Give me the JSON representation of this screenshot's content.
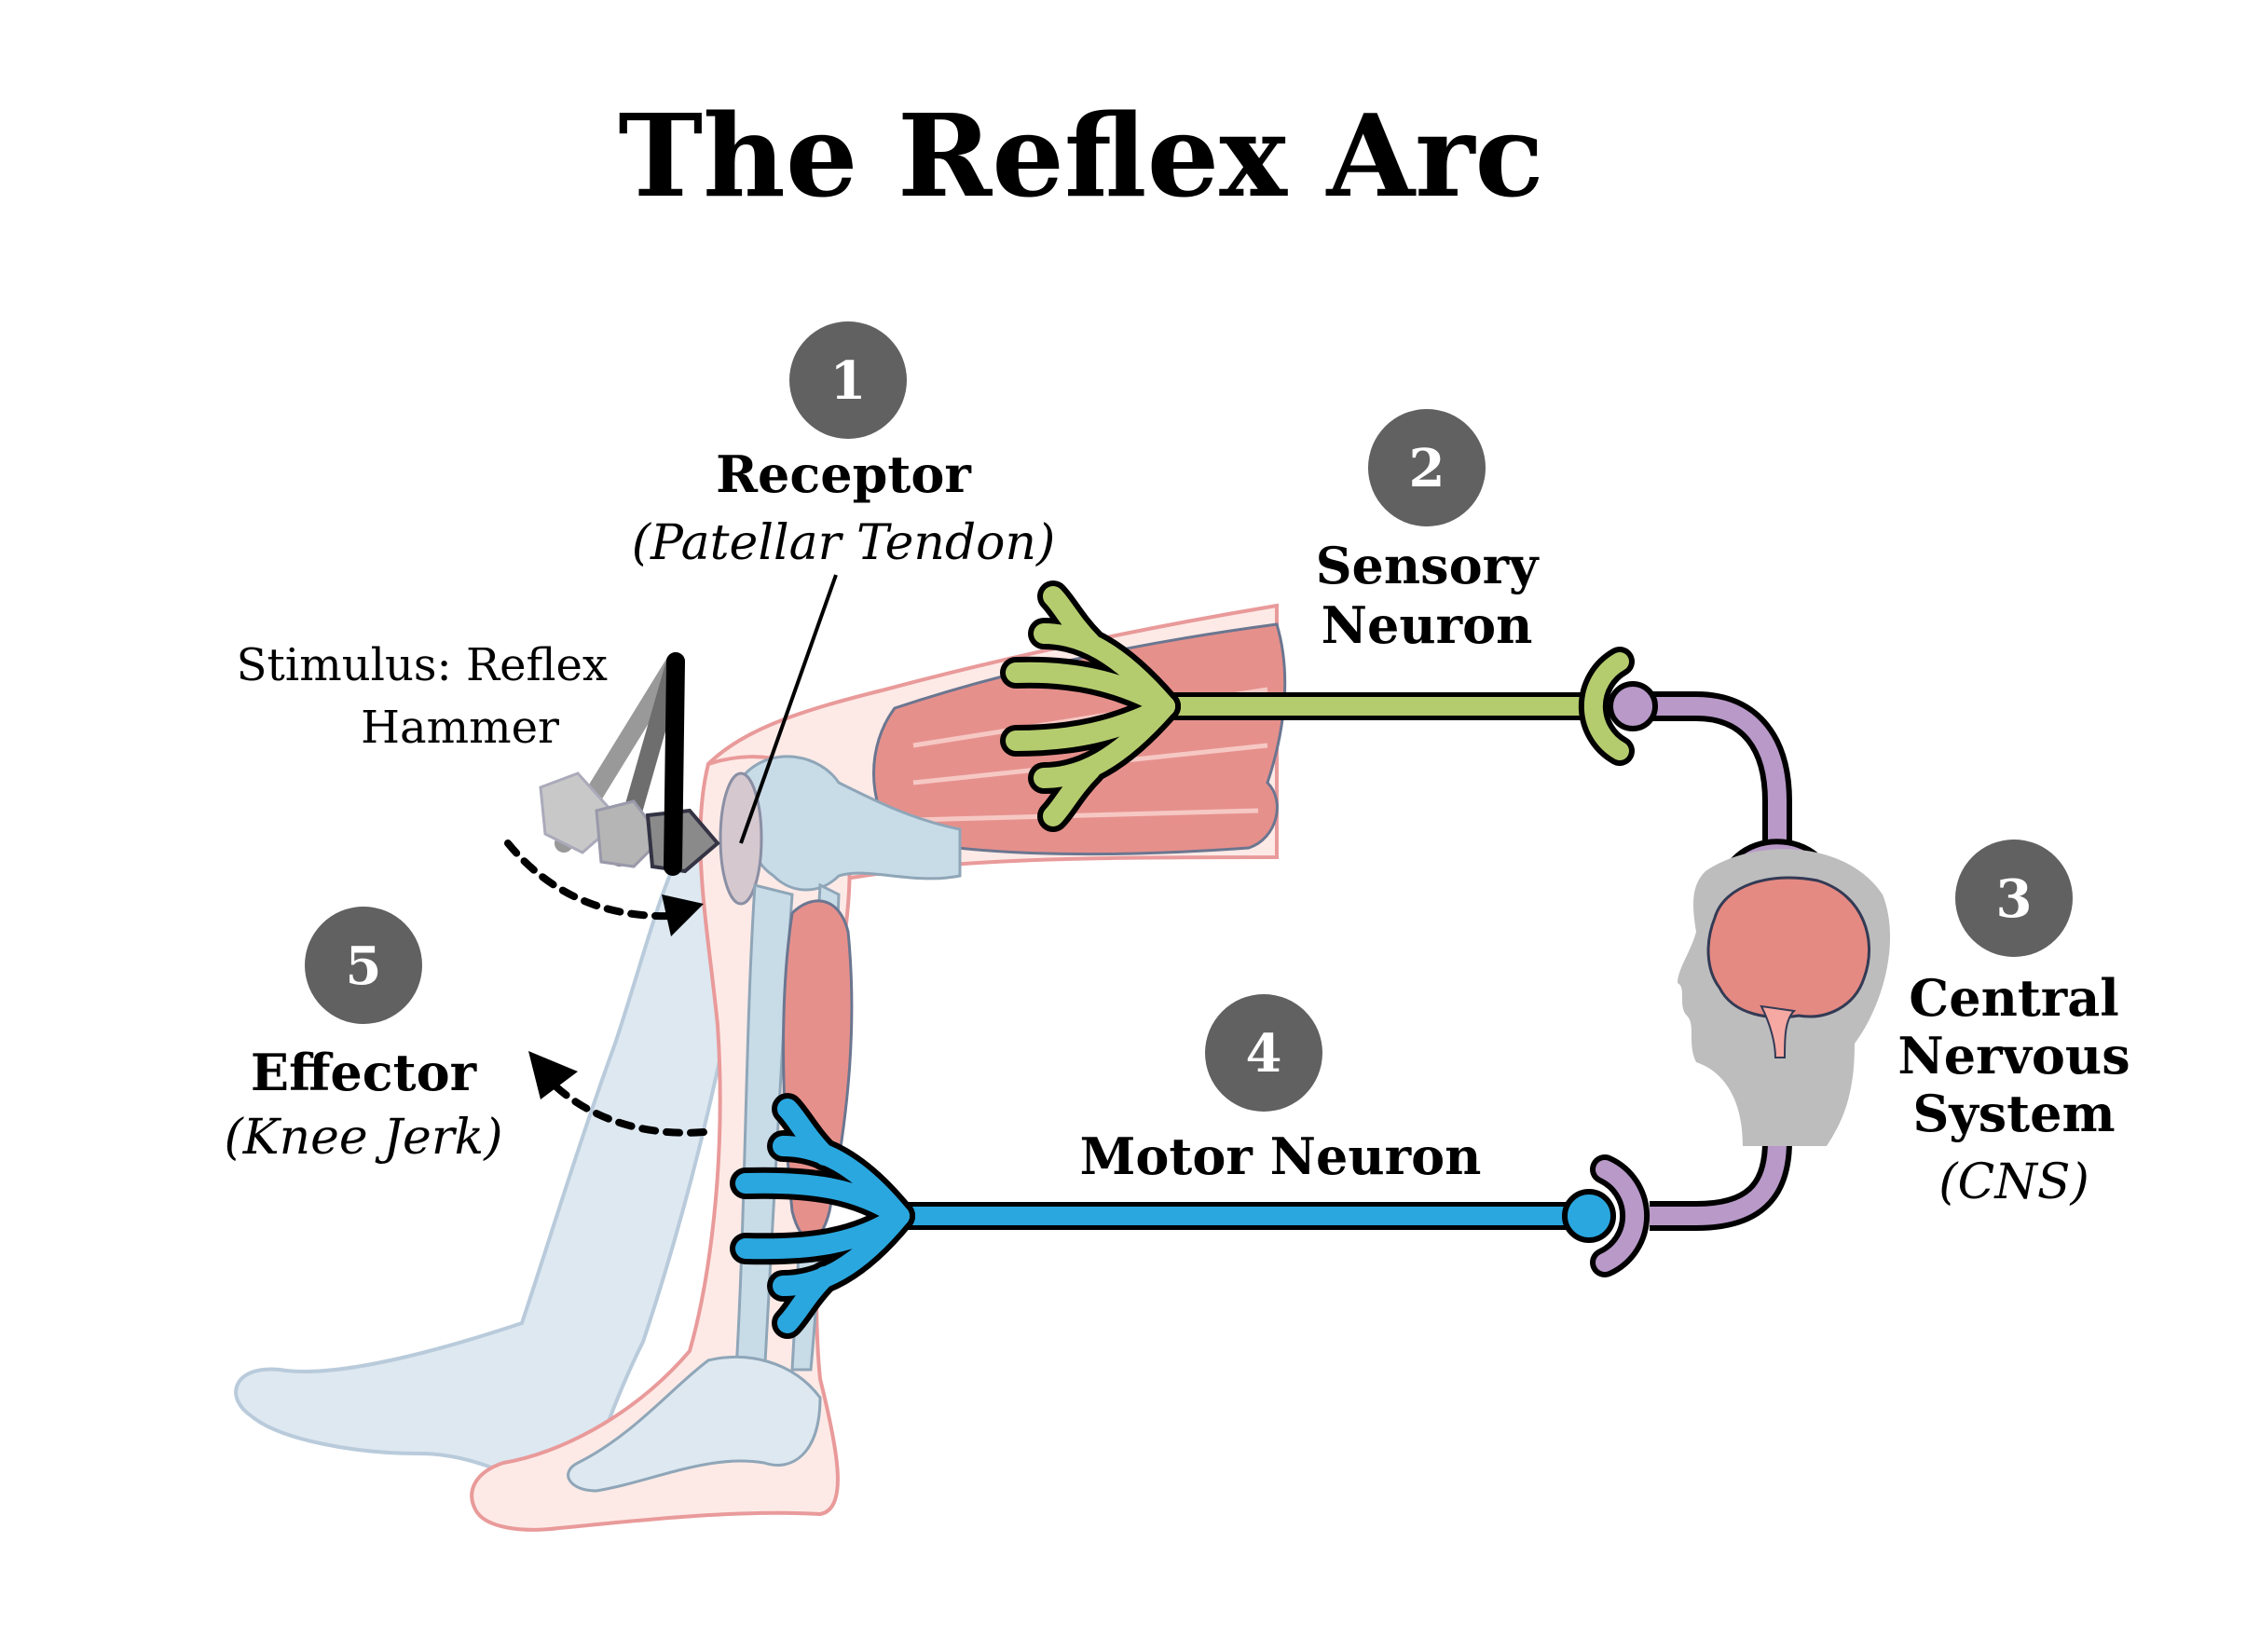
{
  "title": "The Reflex Arc",
  "stimulus": {
    "line1": "Stimulus: Reflex",
    "line2": "Hammer"
  },
  "steps": [
    {
      "number": "1",
      "title": "Receptor",
      "subtitle": "(Patellar Tendon)"
    },
    {
      "number": "2",
      "title_line1": "Sensory",
      "title_line2": "Neuron"
    },
    {
      "number": "3",
      "title_line1": "Central",
      "title_line2": "Nervous",
      "title_line3": "System",
      "subtitle": "(CNS)"
    },
    {
      "number": "4",
      "title": "Motor Neuron"
    },
    {
      "number": "5",
      "title": "Effector",
      "subtitle": "(Knee Jerk)"
    }
  ],
  "colors": {
    "sensory": "#b5cc6e",
    "motor": "#2aa7df",
    "interneuron": "#b899c8",
    "muscle": "#e07b78",
    "skin_outline": "#e99a9a",
    "bone": "#c8dce8",
    "step_badge": "#616161",
    "head": "#bdbdbd",
    "brain": "#e48a82"
  }
}
